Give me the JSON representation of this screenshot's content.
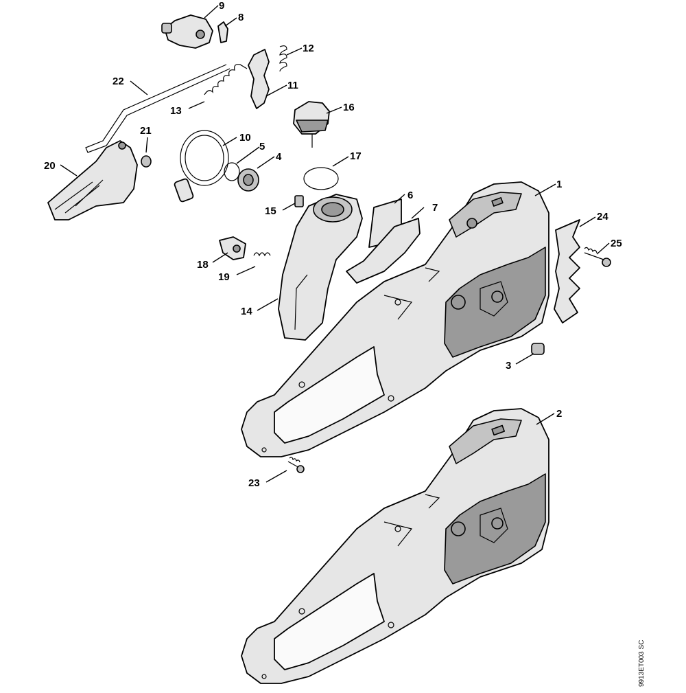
{
  "drawing_id": "9913ET003 SC",
  "callouts": {
    "c1": "1",
    "c2": "2",
    "c3": "3",
    "c4": "4",
    "c5": "5",
    "c6": "6",
    "c7": "7",
    "c8": "8",
    "c9": "9",
    "c10": "10",
    "c11": "11",
    "c12": "12",
    "c13": "13",
    "c14": "14",
    "c15": "15",
    "c16": "16",
    "c17": "17",
    "c18": "18",
    "c19": "19",
    "c20": "20",
    "c21": "21",
    "c22": "22",
    "c23": "23",
    "c24": "24",
    "c25": "25"
  }
}
